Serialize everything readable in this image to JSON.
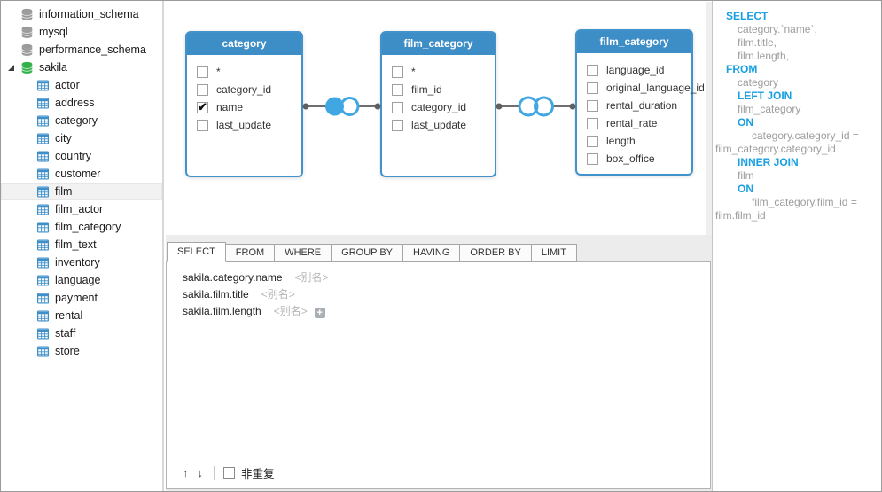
{
  "colors": {
    "card_header_blue": "#3d8dc6",
    "card_border_blue": "#4292cc",
    "join_icon_blue": "#41a7e3",
    "connector_gray": "#6e6e6e",
    "sql_keyword_blue": "#18a0e2",
    "sql_identifier_gray": "#9d9d9d",
    "database_icon_gray": "#9a9a9a",
    "database_icon_green": "#33b04a",
    "table_icon_blue": "#3e8fc9",
    "selected_row_gray": "#f2f2f2"
  },
  "sidebar": {
    "databases": [
      {
        "name": "information_schema",
        "expanded": false,
        "icon_color": "#9a9a9a",
        "tables": []
      },
      {
        "name": "mysql",
        "expanded": false,
        "icon_color": "#9a9a9a",
        "tables": []
      },
      {
        "name": "performance_schema",
        "expanded": false,
        "icon_color": "#9a9a9a",
        "tables": []
      },
      {
        "name": "sakila",
        "expanded": true,
        "icon_color": "#33b04a",
        "tables": [
          {
            "name": "actor",
            "selected": false
          },
          {
            "name": "address",
            "selected": false
          },
          {
            "name": "category",
            "selected": false
          },
          {
            "name": "city",
            "selected": false
          },
          {
            "name": "country",
            "selected": false
          },
          {
            "name": "customer",
            "selected": false
          },
          {
            "name": "film",
            "selected": true
          },
          {
            "name": "film_actor",
            "selected": false
          },
          {
            "name": "film_category",
            "selected": false
          },
          {
            "name": "film_text",
            "selected": false
          },
          {
            "name": "inventory",
            "selected": false
          },
          {
            "name": "language",
            "selected": false
          },
          {
            "name": "payment",
            "selected": false
          },
          {
            "name": "rental",
            "selected": false
          },
          {
            "name": "staff",
            "selected": false
          },
          {
            "name": "store",
            "selected": false
          }
        ]
      }
    ]
  },
  "diagram": {
    "tables": [
      {
        "title": "category",
        "fields": [
          {
            "name": "*",
            "checked": false
          },
          {
            "name": "category_id",
            "checked": false
          },
          {
            "name": "name",
            "checked": true
          },
          {
            "name": "last_update",
            "checked": false
          }
        ]
      },
      {
        "title": "film_category",
        "fields": [
          {
            "name": "*",
            "checked": false
          },
          {
            "name": "film_id",
            "checked": false
          },
          {
            "name": "category_id",
            "checked": false
          },
          {
            "name": "last_update",
            "checked": false
          }
        ]
      },
      {
        "title": "film_category",
        "fields": [
          {
            "name": "language_id",
            "checked": false
          },
          {
            "name": "original_language_id",
            "checked": false
          },
          {
            "name": "rental_duration",
            "checked": false
          },
          {
            "name": "rental_rate",
            "checked": false
          },
          {
            "name": "length",
            "checked": false
          },
          {
            "name": "box_office",
            "checked": false
          }
        ]
      }
    ],
    "joins": [
      {
        "type": "left-join"
      },
      {
        "type": "inner-join"
      }
    ]
  },
  "builder": {
    "tabs": [
      "SELECT",
      "FROM",
      "WHERE",
      "GROUP BY",
      "HAVING",
      "ORDER BY",
      "LIMIT"
    ],
    "active_tab": "SELECT",
    "rows": [
      {
        "expr": "sakila.category.name",
        "alias_placeholder": "<别名>",
        "has_add_button": false
      },
      {
        "expr": "sakila.film.title",
        "alias_placeholder": "<别名>",
        "has_add_button": false
      },
      {
        "expr": "sakila.film.length",
        "alias_placeholder": "<别名>",
        "has_add_button": true
      }
    ],
    "add_button_label": "+",
    "footer": {
      "move_up_label": "↑",
      "move_down_label": "↓",
      "distinct_label": "非重复",
      "distinct_checked": false
    }
  },
  "sql_preview": {
    "lines": [
      {
        "text": "SELECT",
        "kind": "kw",
        "indent": 1
      },
      {
        "text": "category.`name`,",
        "kind": "id",
        "indent": 2
      },
      {
        "text": "film.title,",
        "kind": "id",
        "indent": 2
      },
      {
        "text": "film.length,",
        "kind": "id",
        "indent": 2
      },
      {
        "text": "FROM",
        "kind": "kw",
        "indent": 1
      },
      {
        "text": "category",
        "kind": "id",
        "indent": 2
      },
      {
        "text": "LEFT JOIN",
        "kind": "kw",
        "indent": 2
      },
      {
        "text": "film_category",
        "kind": "id",
        "indent": 2
      },
      {
        "text": "ON",
        "kind": "kw",
        "indent": 2
      },
      {
        "text": "category.category_id =",
        "kind": "id",
        "indent": 3
      },
      {
        "text": "film_category.category_id",
        "kind": "id",
        "indent": 0
      },
      {
        "text": "INNER JOIN",
        "kind": "kw",
        "indent": 2
      },
      {
        "text": "film",
        "kind": "id",
        "indent": 2
      },
      {
        "text": "ON",
        "kind": "kw",
        "indent": 2
      },
      {
        "text": "film_category.film_id =",
        "kind": "id",
        "indent": 3
      },
      {
        "text": "film.film_id",
        "kind": "id",
        "indent": 0
      }
    ]
  }
}
